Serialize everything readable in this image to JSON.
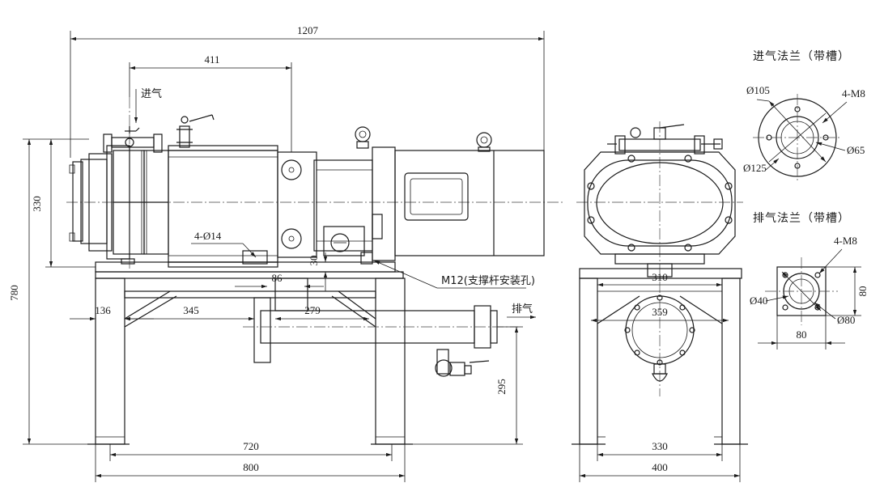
{
  "front_view": {
    "dims": {
      "overall_length": "1207",
      "inlet_to_motor": "411",
      "height_330": "330",
      "height_780": "780",
      "holes": "4-Ø14",
      "dim_30": "30",
      "dim_86": "86",
      "dim_136": "136",
      "dim_345": "345",
      "dim_279": "279",
      "dim_295": "295",
      "dim_720": "720",
      "dim_800": "800"
    },
    "labels": {
      "inlet": "进气",
      "outlet": "排气",
      "support_note": "M12(支撑杆安装孔)"
    }
  },
  "side_view": {
    "dims": {
      "dim_310": "310",
      "dim_359": "359",
      "dim_330": "330",
      "dim_400": "400"
    }
  },
  "inlet_flange": {
    "title": "进气法兰（带槽）",
    "d_outer": "Ø105",
    "bolts": "4-M8",
    "d_inner": "Ø65",
    "d_pcd": "Ø125"
  },
  "outlet_flange": {
    "title": "排气法兰（带槽）",
    "bolts": "4-M8",
    "d_inner": "Ø40",
    "d_outer": "Ø80",
    "side_v": "80",
    "side_h": "80"
  }
}
